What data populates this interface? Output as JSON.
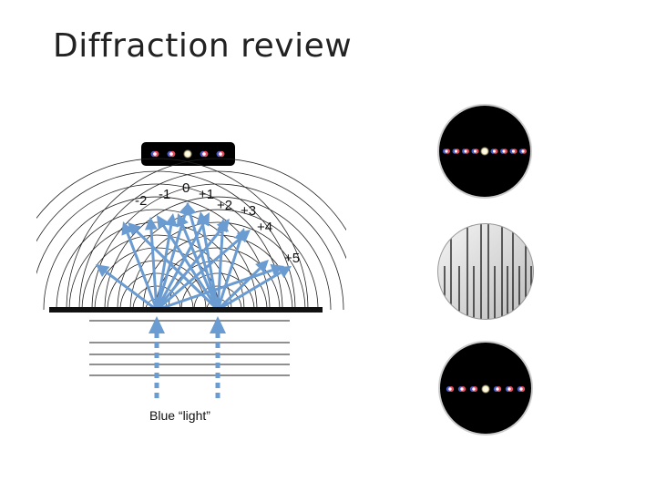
{
  "slide": {
    "title": "Diffraction review",
    "caption": "Blue “light”"
  },
  "orders": [
    {
      "label": "-2"
    },
    {
      "label": "-1"
    },
    {
      "label": "0"
    },
    {
      "label": "+1"
    },
    {
      "label": "+2"
    },
    {
      "label": "+3"
    },
    {
      "label": "+4"
    },
    {
      "label": "+5"
    }
  ],
  "colors": {
    "beam": "#6a9bd1",
    "wave_line": "#222222",
    "barrier": "#111111",
    "panel_bg": "#000000",
    "spot_center": "#fffbe0",
    "spot_red": "#ff5566",
    "spot_blue": "#5577ff"
  }
}
